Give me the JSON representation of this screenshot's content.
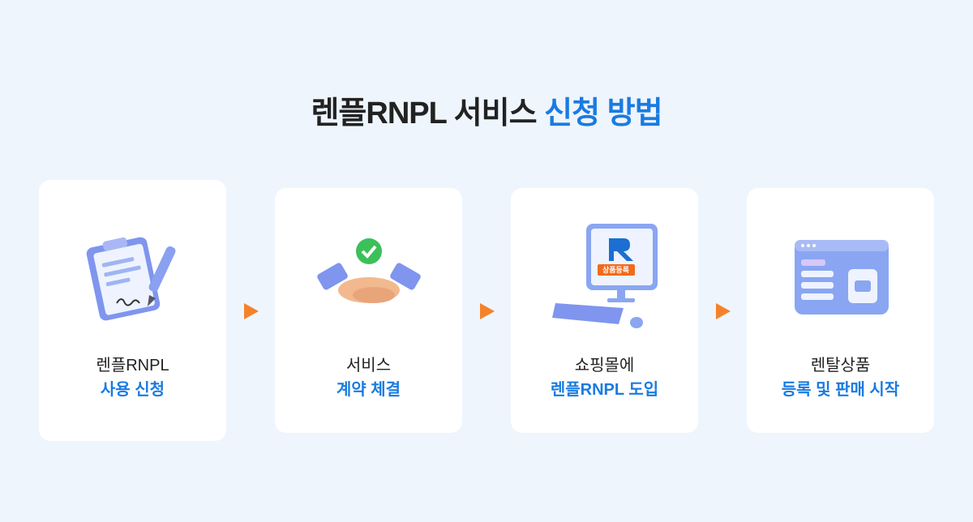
{
  "title": {
    "part1": "렌플RNPL 서비스 ",
    "part2": "신청 방법"
  },
  "steps": [
    {
      "line1": "렌플RNPL",
      "line2": "사용 신청",
      "icon": "clipboard-pen-icon"
    },
    {
      "line1": "서비스",
      "line2": "계약 체결",
      "icon": "handshake-check-icon"
    },
    {
      "line1": "쇼핑몰에",
      "line2": "렌플RNPL 도입",
      "icon": "computer-icon",
      "screen_button": "상품등록"
    },
    {
      "line1": "렌탈상품",
      "line2": "등록 및 판매 시작",
      "icon": "browser-product-icon"
    }
  ],
  "colors": {
    "accent": "#1a7be0",
    "arrow": "#f5822a",
    "background": "#eef5fd"
  }
}
